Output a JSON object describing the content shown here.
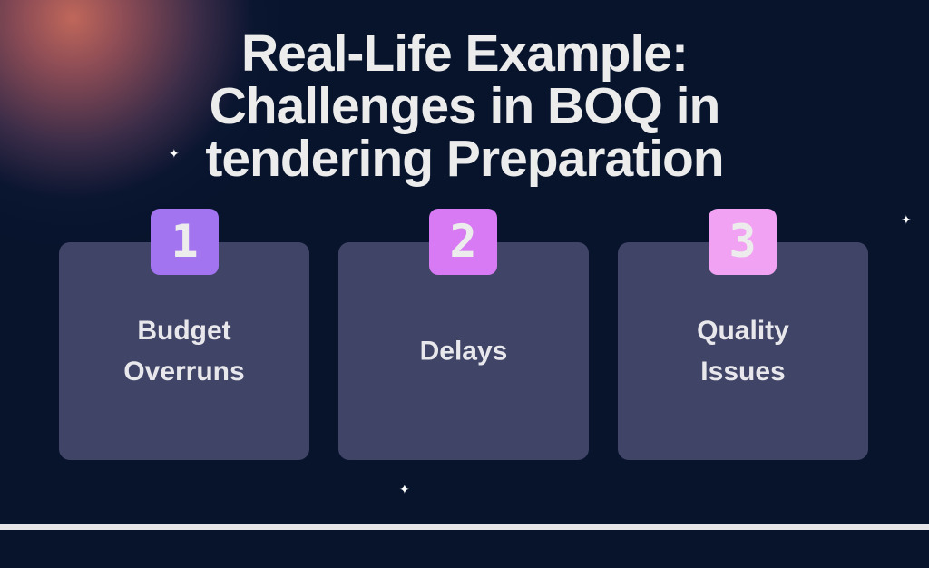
{
  "title": {
    "line1": "Real-Life Example:",
    "line2": "Challenges in BOQ in",
    "line3": "tendering Preparation"
  },
  "items": [
    {
      "number": "1",
      "label_line1": "Budget",
      "label_line2": "Overruns",
      "color": "#a374f0"
    },
    {
      "number": "2",
      "label_line1": "Delays",
      "label_line2": "",
      "color": "#d87af4"
    },
    {
      "number": "3",
      "label_line1": "Quality",
      "label_line2": "Issues",
      "color": "#f2a2f2"
    }
  ]
}
